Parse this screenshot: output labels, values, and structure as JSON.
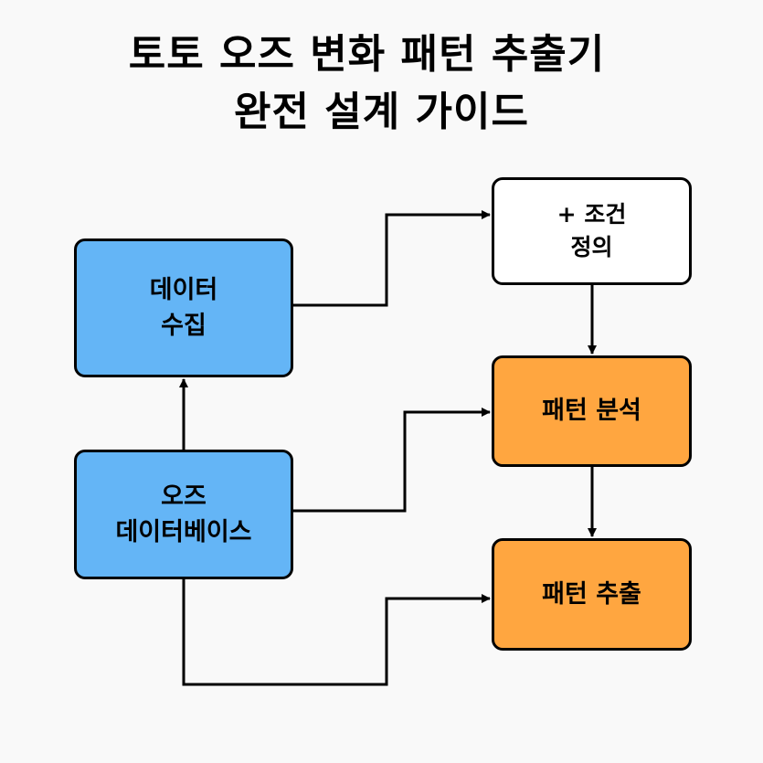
{
  "title": {
    "line1": "토토 오즈 변화 패턴 추출기",
    "line2": "완전 설계 가이드"
  },
  "nodes": {
    "collect": {
      "line1": "데이터",
      "line2": "수집"
    },
    "odds_db": {
      "line1": "오즈",
      "line2": "데이터베이스"
    },
    "condition": {
      "line1": "+ 조건",
      "line2": "정의"
    },
    "analysis": {
      "label": "패턴 분석"
    },
    "extract": {
      "label": "패턴 추출"
    }
  },
  "colors": {
    "blue": "#64b5f6",
    "orange": "#ffa640",
    "white": "#ffffff",
    "stroke": "#000000",
    "background": "#f9f9f9"
  }
}
